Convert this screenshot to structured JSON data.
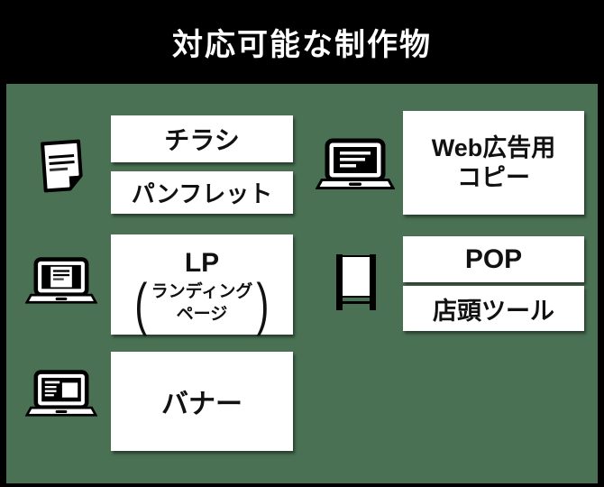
{
  "title": "対応可能な制作物",
  "colors": {
    "background": "#000000",
    "panel_green": "#4A7153",
    "card_background": "#FFFFFF",
    "card_text": "#111111",
    "title_text": "#FFFFFF"
  },
  "cards": {
    "chirashi": {
      "label": "チラシ"
    },
    "pamphlet": {
      "label": "パンフレット"
    },
    "lp": {
      "main": "LP",
      "paren_open": "(",
      "sub_line1": "ランディング",
      "sub_line2": "ページ",
      "paren_close": ")"
    },
    "banner": {
      "label": "バナー"
    },
    "web_copy": {
      "line1": "Web広告用",
      "line2": "コピー"
    },
    "pop": {
      "label": "POP"
    },
    "store_tools": {
      "label": "店頭ツール"
    }
  },
  "icons": {
    "document": "document-icon",
    "laptop_lp": "laptop-icon",
    "laptop_banner": "laptop-icon",
    "laptop_web": "laptop-icon",
    "signboard": "signboard-icon"
  }
}
